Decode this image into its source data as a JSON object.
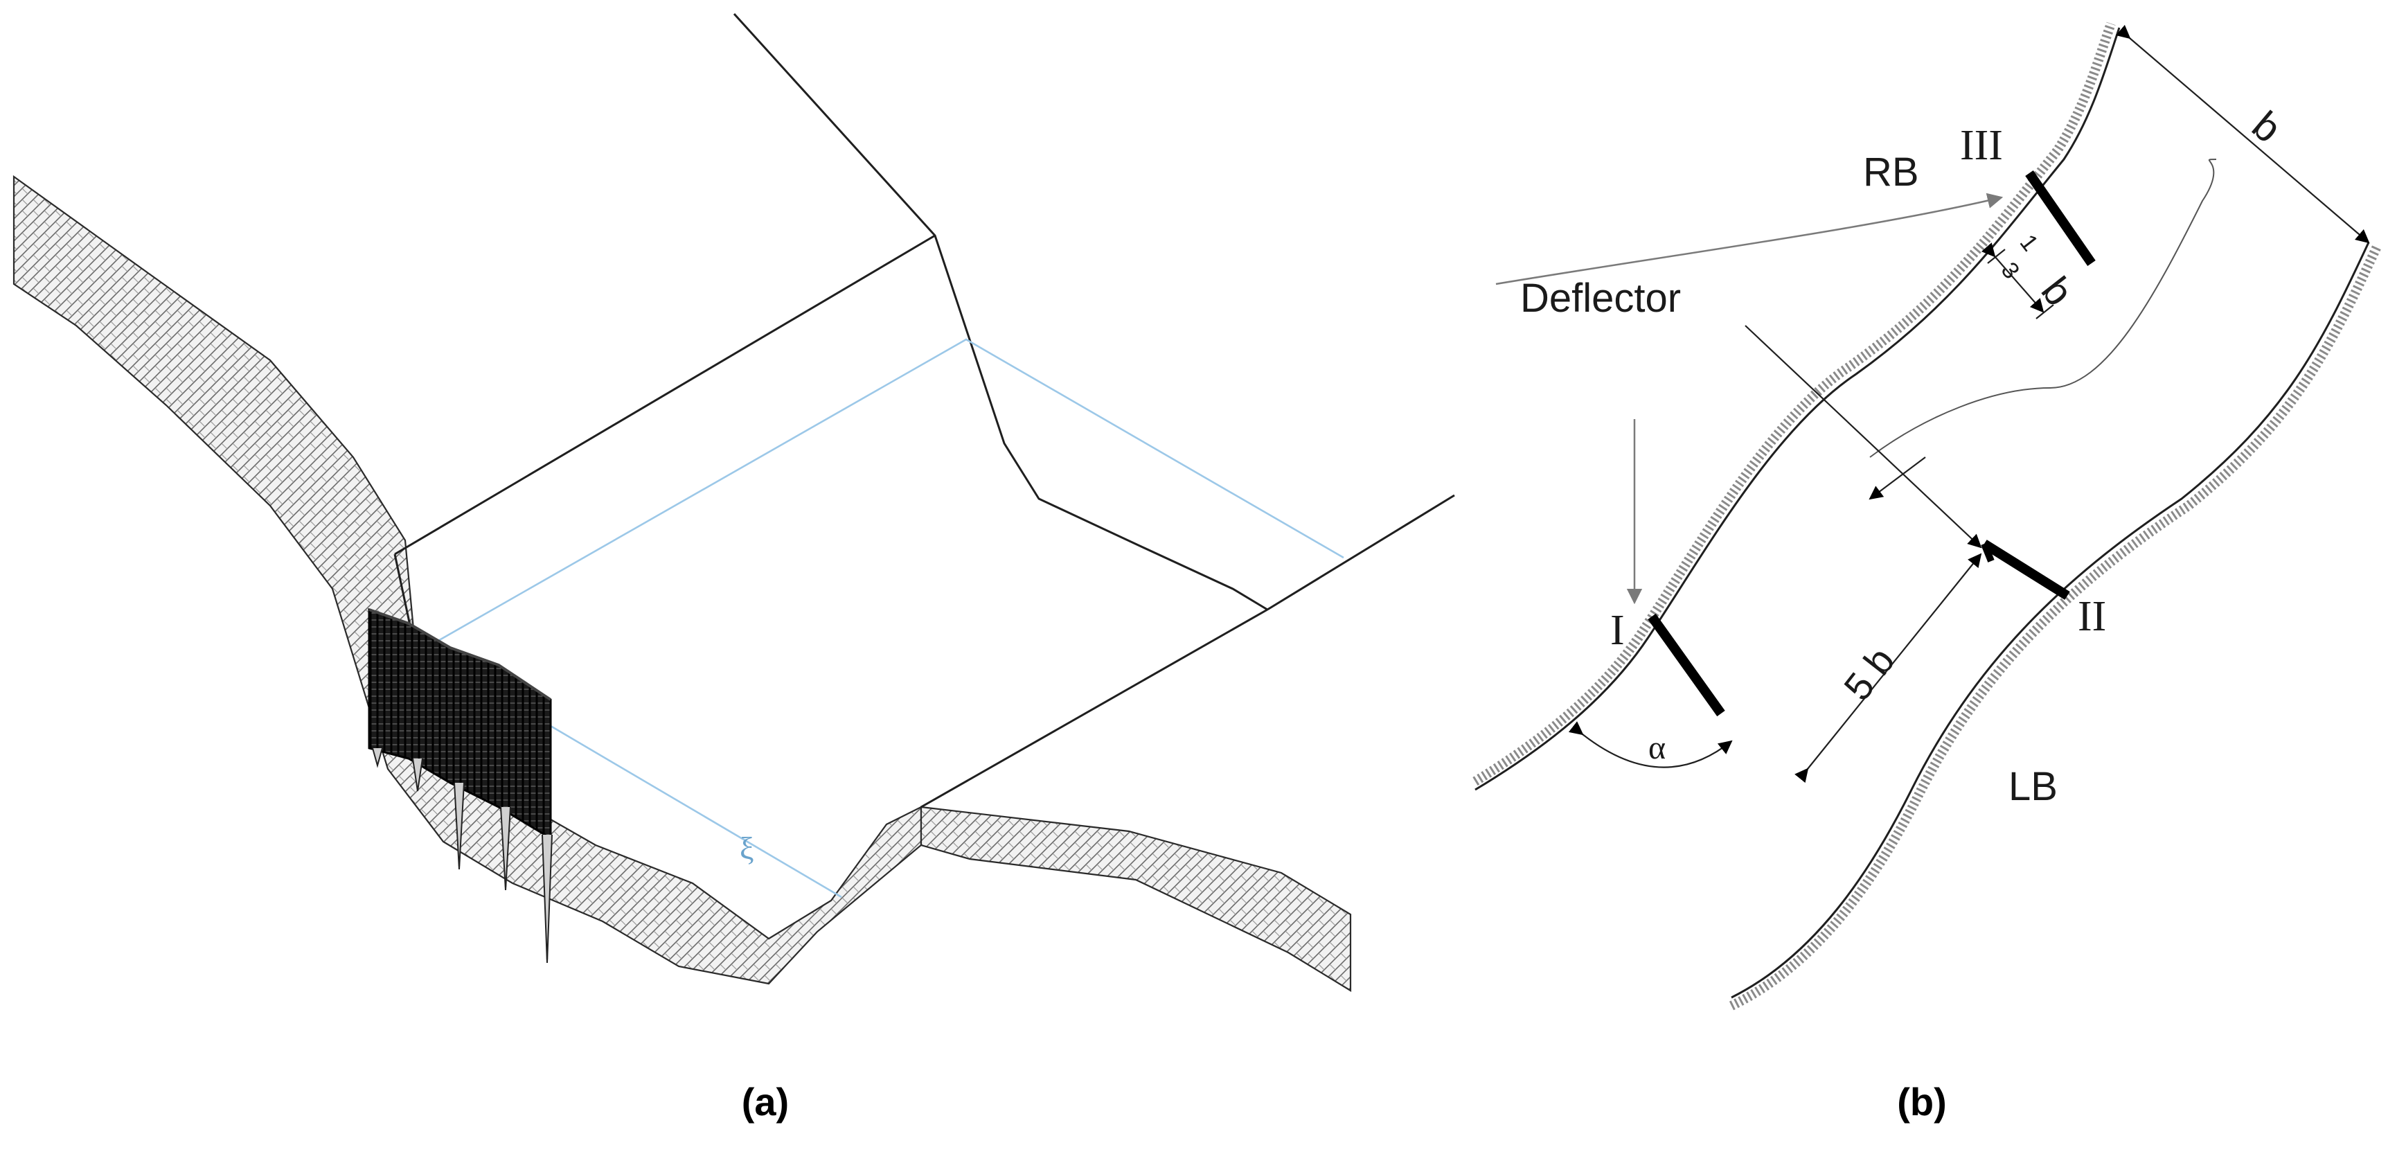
{
  "panel_a": {
    "caption": "(a)",
    "water_symbol": "ξ"
  },
  "panel_b": {
    "caption": "(b)",
    "bank_right": "RB",
    "bank_left": "LB",
    "deflector_label": "Deflector",
    "section_1": "I",
    "section_2": "II",
    "section_3": "III",
    "width_label": "b",
    "spacing_label": "5 b",
    "angle_label": "α",
    "length_num": "1",
    "length_den": "3",
    "length_var": "b"
  },
  "colors": {
    "line": "#1f1f1f",
    "water_line": "#9cc8e8",
    "deflector": "#000000",
    "arrow_grey": "#7a7a7a"
  },
  "icons": {
    "deflector_element": "woven-fence-icon"
  }
}
